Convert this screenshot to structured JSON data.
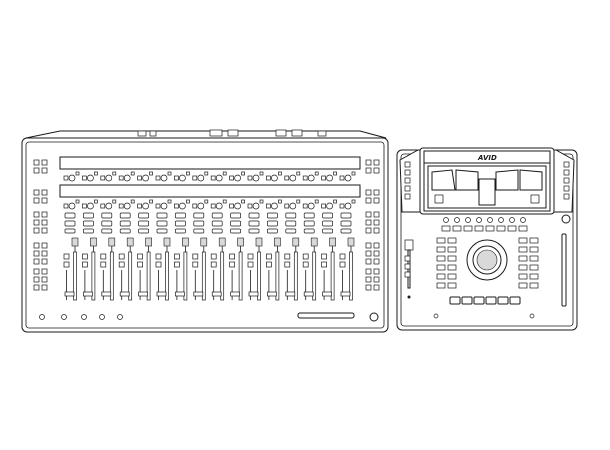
{
  "figure": {
    "description_type": "line-art",
    "brand_logo": "AVID",
    "units": [
      {
        "id": "fader-module",
        "channel_strips": 16,
        "knob_rows": 2,
        "display_strips": 2
      },
      {
        "id": "master-module",
        "jog_wheel": true,
        "transport_buttons": 6
      }
    ]
  },
  "colors": {
    "line": "#1a1a1a",
    "background": "#ffffff"
  }
}
